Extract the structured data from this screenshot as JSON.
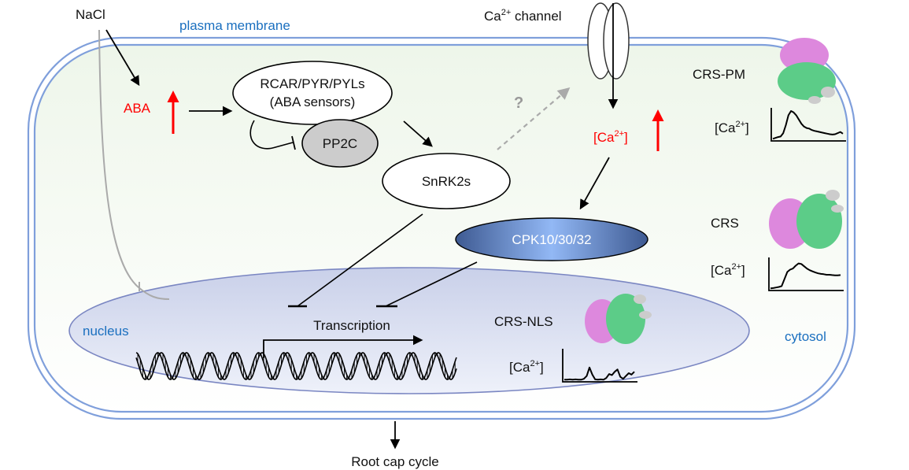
{
  "title": "ABA / Ca2+ signaling model in root cap cell under salt stress",
  "colors": {
    "membrane": "#7f9fdb",
    "cytosol_fill": "#f4f9f2",
    "nucleus_fill": "#d6dcef",
    "nucleus_stroke": "#7a86c2",
    "compartment_label": "#1a6fbf",
    "highlight_red": "#ff0000",
    "pp2c_fill": "#cccccc",
    "cpk_dark": "#3e5a92",
    "cpk_light": "#8fb4f2",
    "question_arrow": "#aaaaaa",
    "protein_pink": "#dd88dd",
    "protein_green": "#5ccc88",
    "protein_gray": "#cccccc"
  },
  "labels": {
    "nacl": "NaCl",
    "plasma_membrane": "plasma membrane",
    "ca_channel_prefix": "Ca",
    "ca_channel_sup": "2+",
    "ca_channel_suffix": " channel",
    "aba": "ABA",
    "rcar_line1": "RCAR/PYR/PYLs",
    "rcar_line2": "(ABA sensors)",
    "pp2c": "PP2C",
    "snrk2s": "SnRK2s",
    "question": "?",
    "ca_cyto_open": "[Ca",
    "ca_cyto_sup": "2+",
    "ca_cyto_close": "]",
    "cpk": "CPK10/30/32",
    "nucleus": "nucleus",
    "transcription": "Transcription",
    "cytosol": "cytosol",
    "root_cap_cycle": "Root cap cycle"
  },
  "sensors": [
    {
      "name": "CRS-PM",
      "trace_label_open": "[Ca",
      "trace_label_sup": "2+",
      "trace_label_close": "]",
      "trace": [
        0.02,
        0.05,
        0.08,
        0.1,
        0.22,
        0.5,
        0.85,
        1.0,
        0.95,
        0.85,
        0.7,
        0.55,
        0.45,
        0.4,
        0.38,
        0.33,
        0.3,
        0.28,
        0.26,
        0.24,
        0.22,
        0.2,
        0.18,
        0.17,
        0.18,
        0.22,
        0.26,
        0.2
      ]
    },
    {
      "name": "CRS",
      "trace_label_open": "[Ca",
      "trace_label_sup": "2+",
      "trace_label_close": "]",
      "trace": [
        0.02,
        0.03,
        0.05,
        0.07,
        0.1,
        0.35,
        0.6,
        0.68,
        0.72,
        0.82,
        0.9,
        0.88,
        0.8,
        0.72,
        0.66,
        0.62,
        0.58,
        0.55,
        0.53,
        0.52,
        0.5,
        0.5,
        0.49,
        0.48,
        0.48,
        0.49
      ]
    },
    {
      "name": "CRS-NLS",
      "trace_label_open": "[Ca",
      "trace_label_sup": "2+",
      "trace_label_close": "]",
      "trace": [
        0.02,
        0.02,
        0.03,
        0.02,
        0.03,
        0.02,
        0.02,
        0.05,
        0.15,
        0.45,
        0.2,
        0.03,
        0.02,
        0.03,
        0.02,
        0.08,
        0.22,
        0.18,
        0.3,
        0.38,
        0.12,
        0.05,
        0.15,
        0.25,
        0.2,
        0.3
      ]
    }
  ]
}
